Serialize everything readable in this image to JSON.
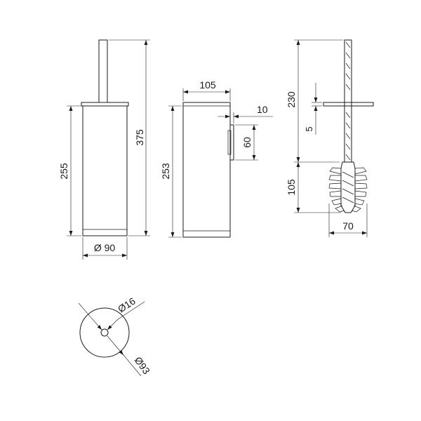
{
  "dimensions": {
    "holder_total_height": "375",
    "holder_body_height": "255",
    "holder_diameter": "Ø 90",
    "holder_width": "105",
    "holder_side_height": "253",
    "bracket_depth": "10",
    "bracket_height": "60",
    "brush_handle_length": "230",
    "lid_thickness": "5",
    "brush_head_height": "105",
    "brush_head_width": "70",
    "hole_diameter": "Ø16",
    "base_diameter": "Ø93"
  },
  "colors": {
    "line": "#1a1a1a",
    "background": "#ffffff"
  }
}
